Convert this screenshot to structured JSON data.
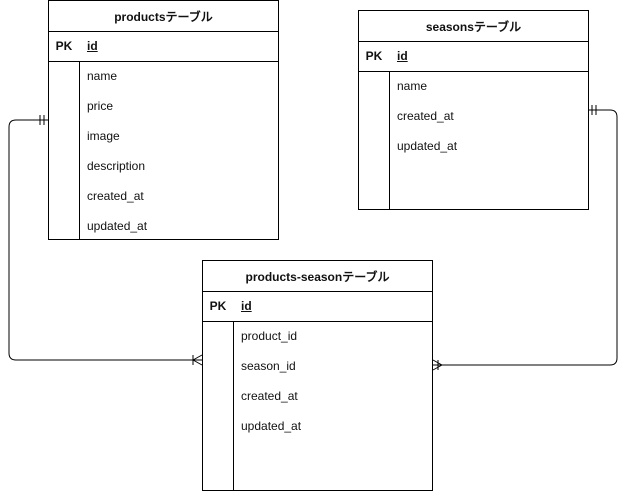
{
  "tables": {
    "products": {
      "title": "productsテーブル",
      "pk_label": "PK",
      "pk_field": "id",
      "fields": [
        "name",
        "price",
        "image",
        "description",
        "created_at",
        "updated_at"
      ]
    },
    "seasons": {
      "title": "seasonsテーブル",
      "pk_label": "PK",
      "pk_field": "id",
      "fields": [
        "name",
        "created_at",
        "updated_at"
      ]
    },
    "products_season": {
      "title": "products-seasonテーブル",
      "pk_label": "PK",
      "pk_field": "id",
      "fields": [
        "product_id",
        "season_id",
        "created_at",
        "updated_at"
      ]
    }
  },
  "relationships": [
    {
      "from": "products",
      "to": "products_season",
      "from_cardinality": "one-and-only-one",
      "to_cardinality": "one-or-many"
    },
    {
      "from": "seasons",
      "to": "products_season",
      "from_cardinality": "one-and-only-one",
      "to_cardinality": "one-or-many"
    }
  ],
  "colors": {
    "line": "#000000",
    "background": "#ffffff"
  }
}
